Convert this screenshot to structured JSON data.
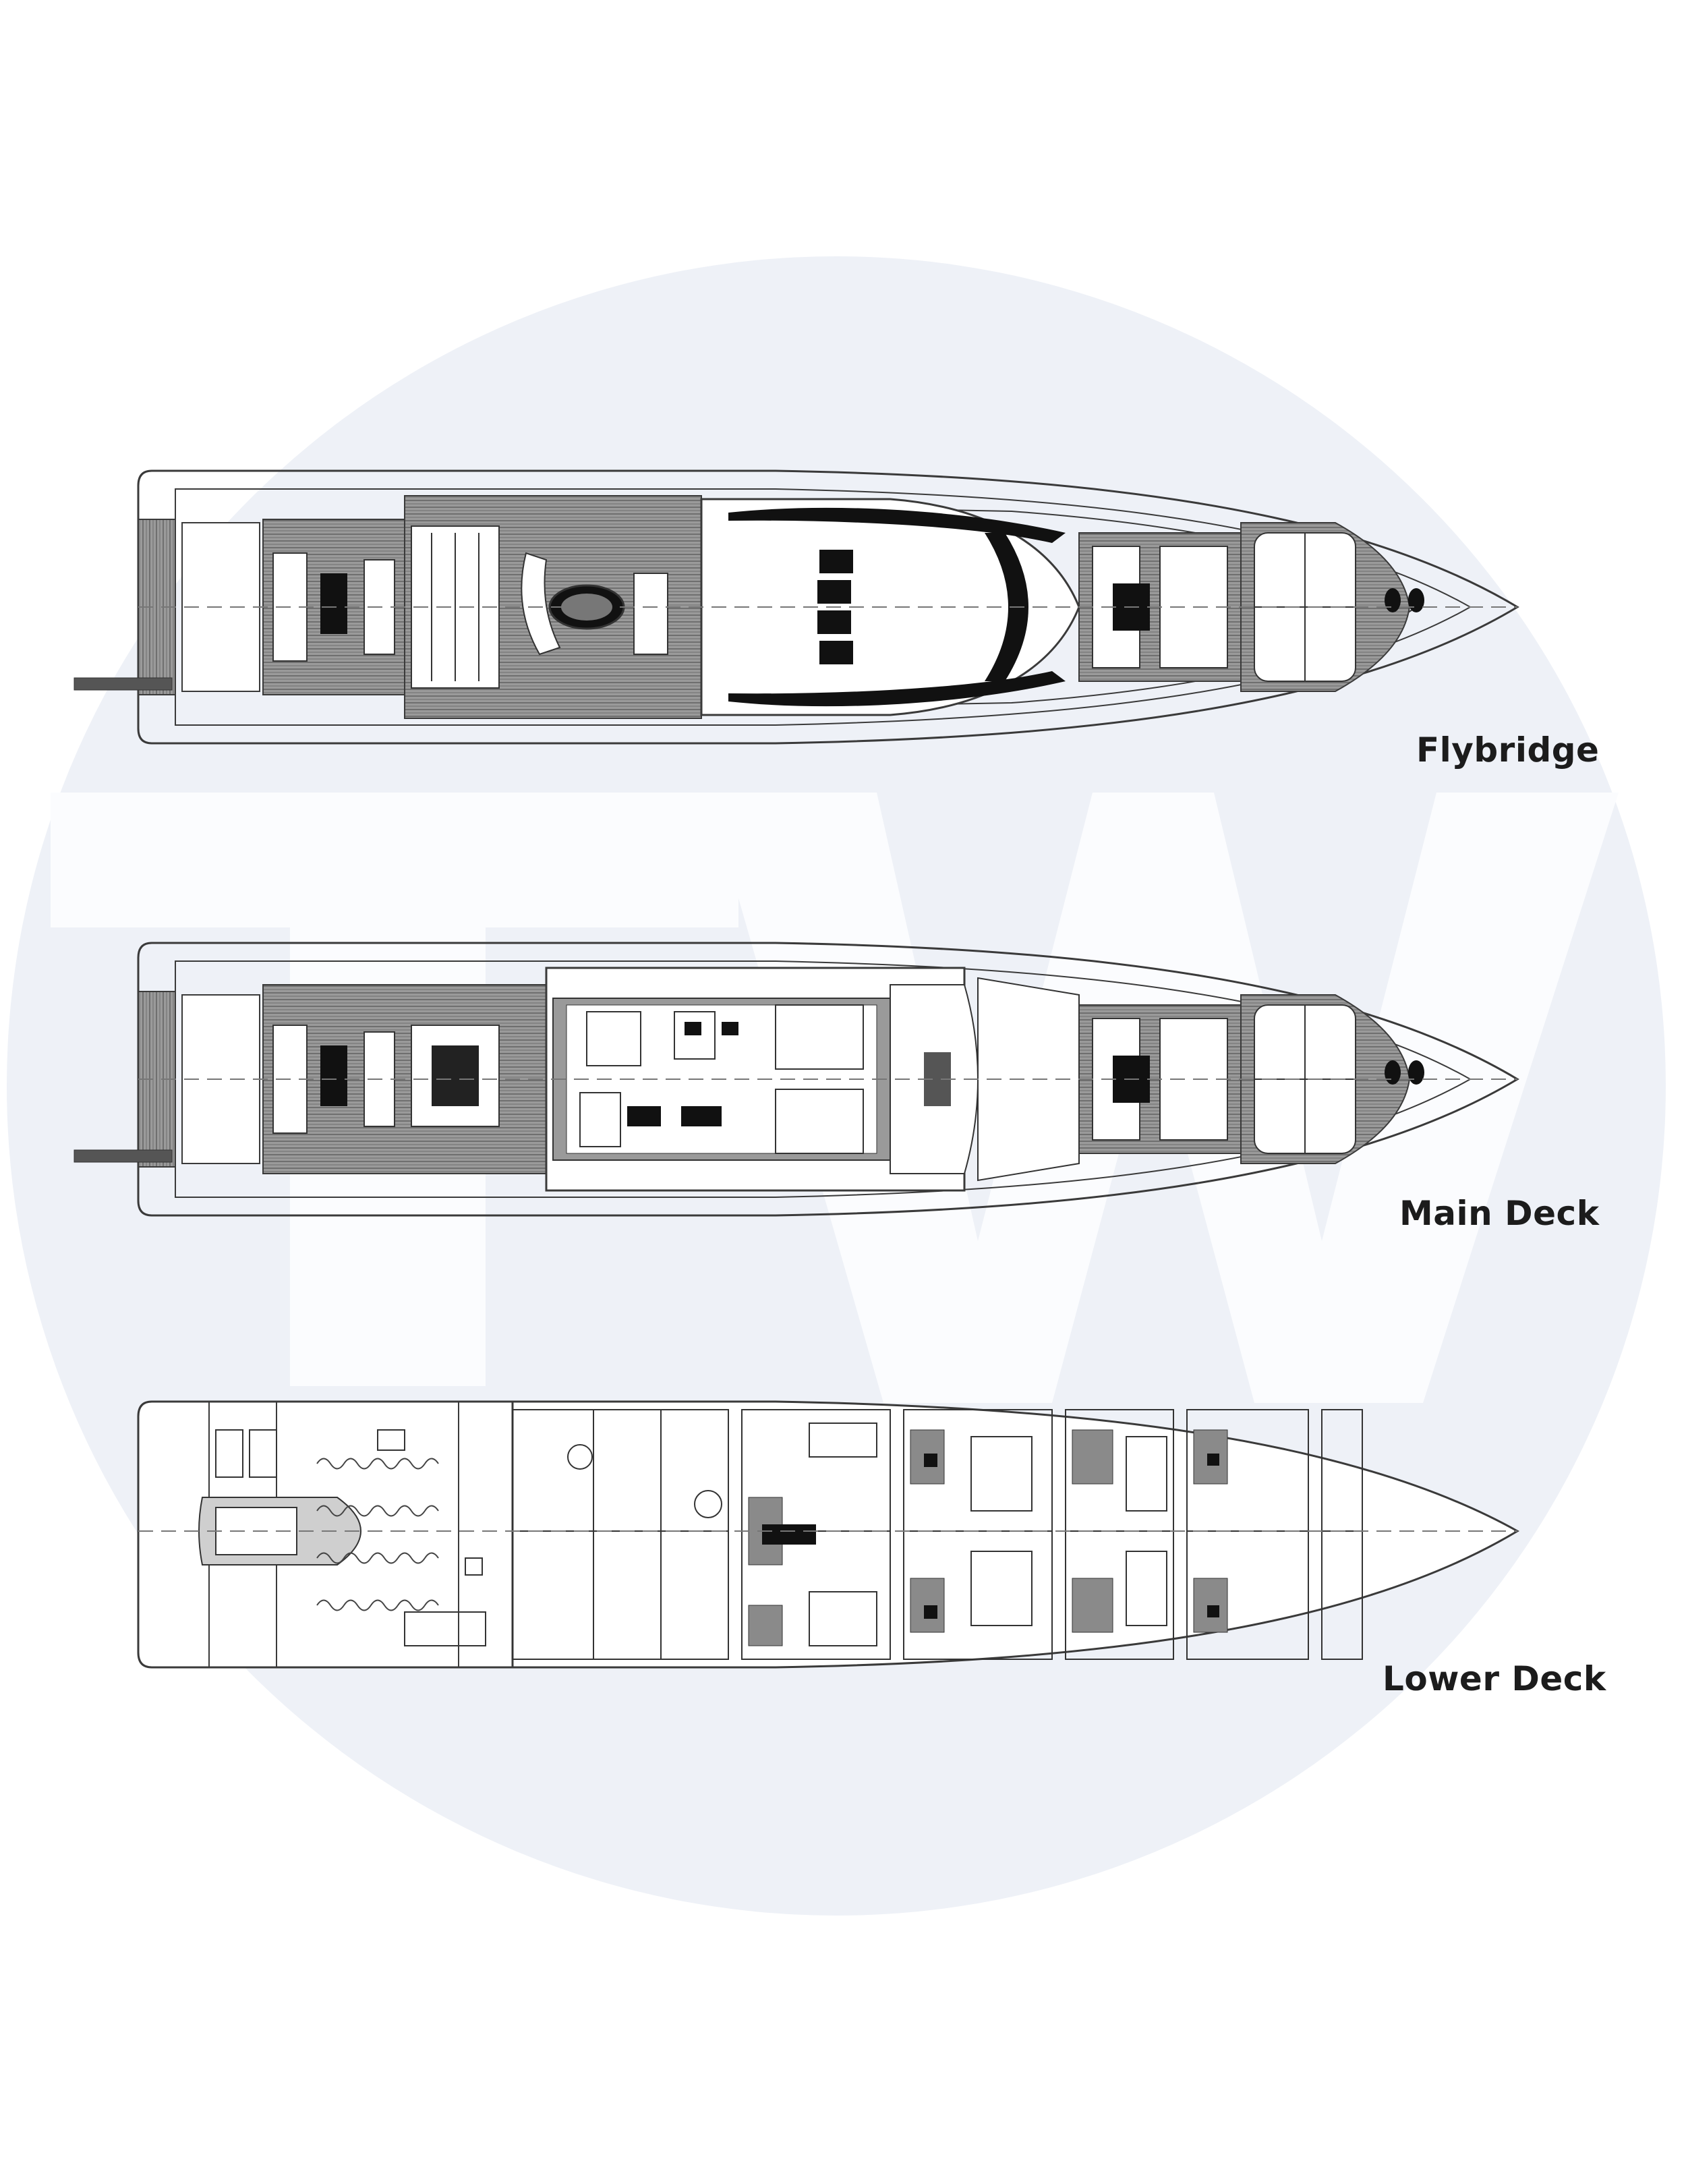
{
  "colors": {
    "watermark_circle": "#eef1f7",
    "watermark_letters": "#fbfcfe",
    "line": "#3a3a3a",
    "teak": "#8a8a8a",
    "dark_fill": "#111111",
    "label": "#1c1c1c"
  },
  "watermark": {
    "text": "TW"
  },
  "decks": [
    {
      "id": "flybridge",
      "label": "Flybridge"
    },
    {
      "id": "main-deck",
      "label": "Main Deck"
    },
    {
      "id": "lower-deck",
      "label": "Lower Deck"
    }
  ]
}
